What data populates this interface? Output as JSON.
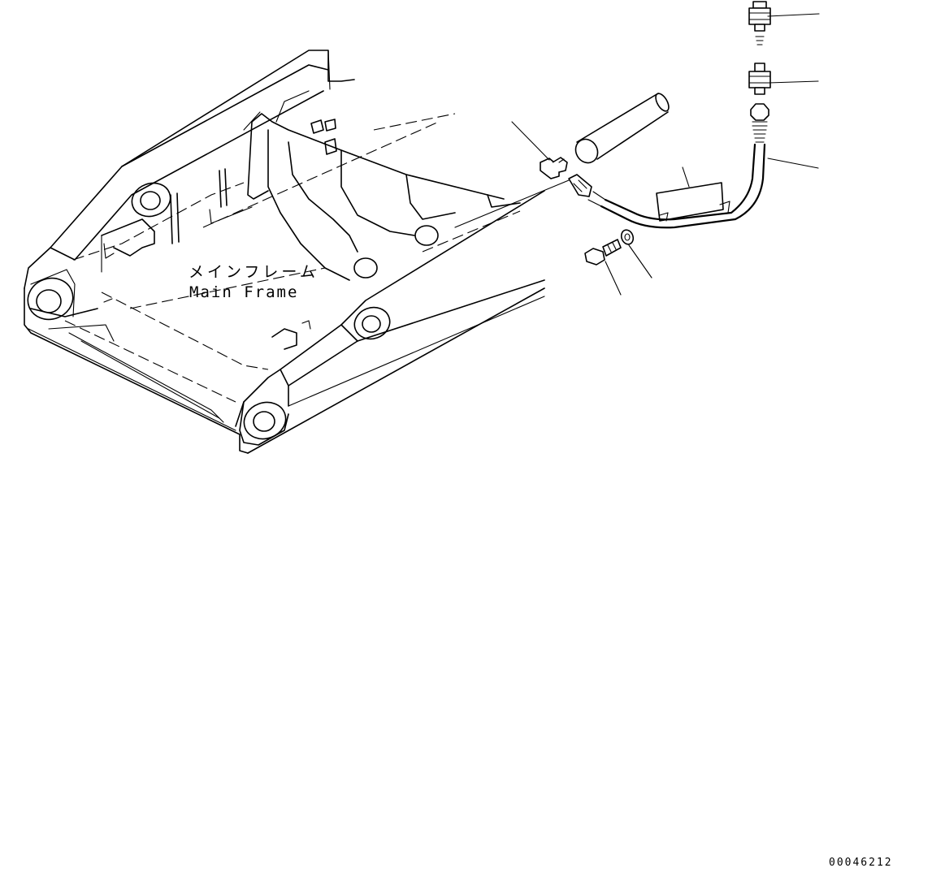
{
  "diagram": {
    "frame_label_ja": "メインフレーム",
    "frame_label_en": "Main Frame",
    "drawing_number": "00046212"
  },
  "icons": [
    "grease-fitting-icon",
    "elbow-fitting-icon",
    "hose-icon",
    "clamp-icon",
    "bolt-icon",
    "washer-icon",
    "pin-icon"
  ]
}
